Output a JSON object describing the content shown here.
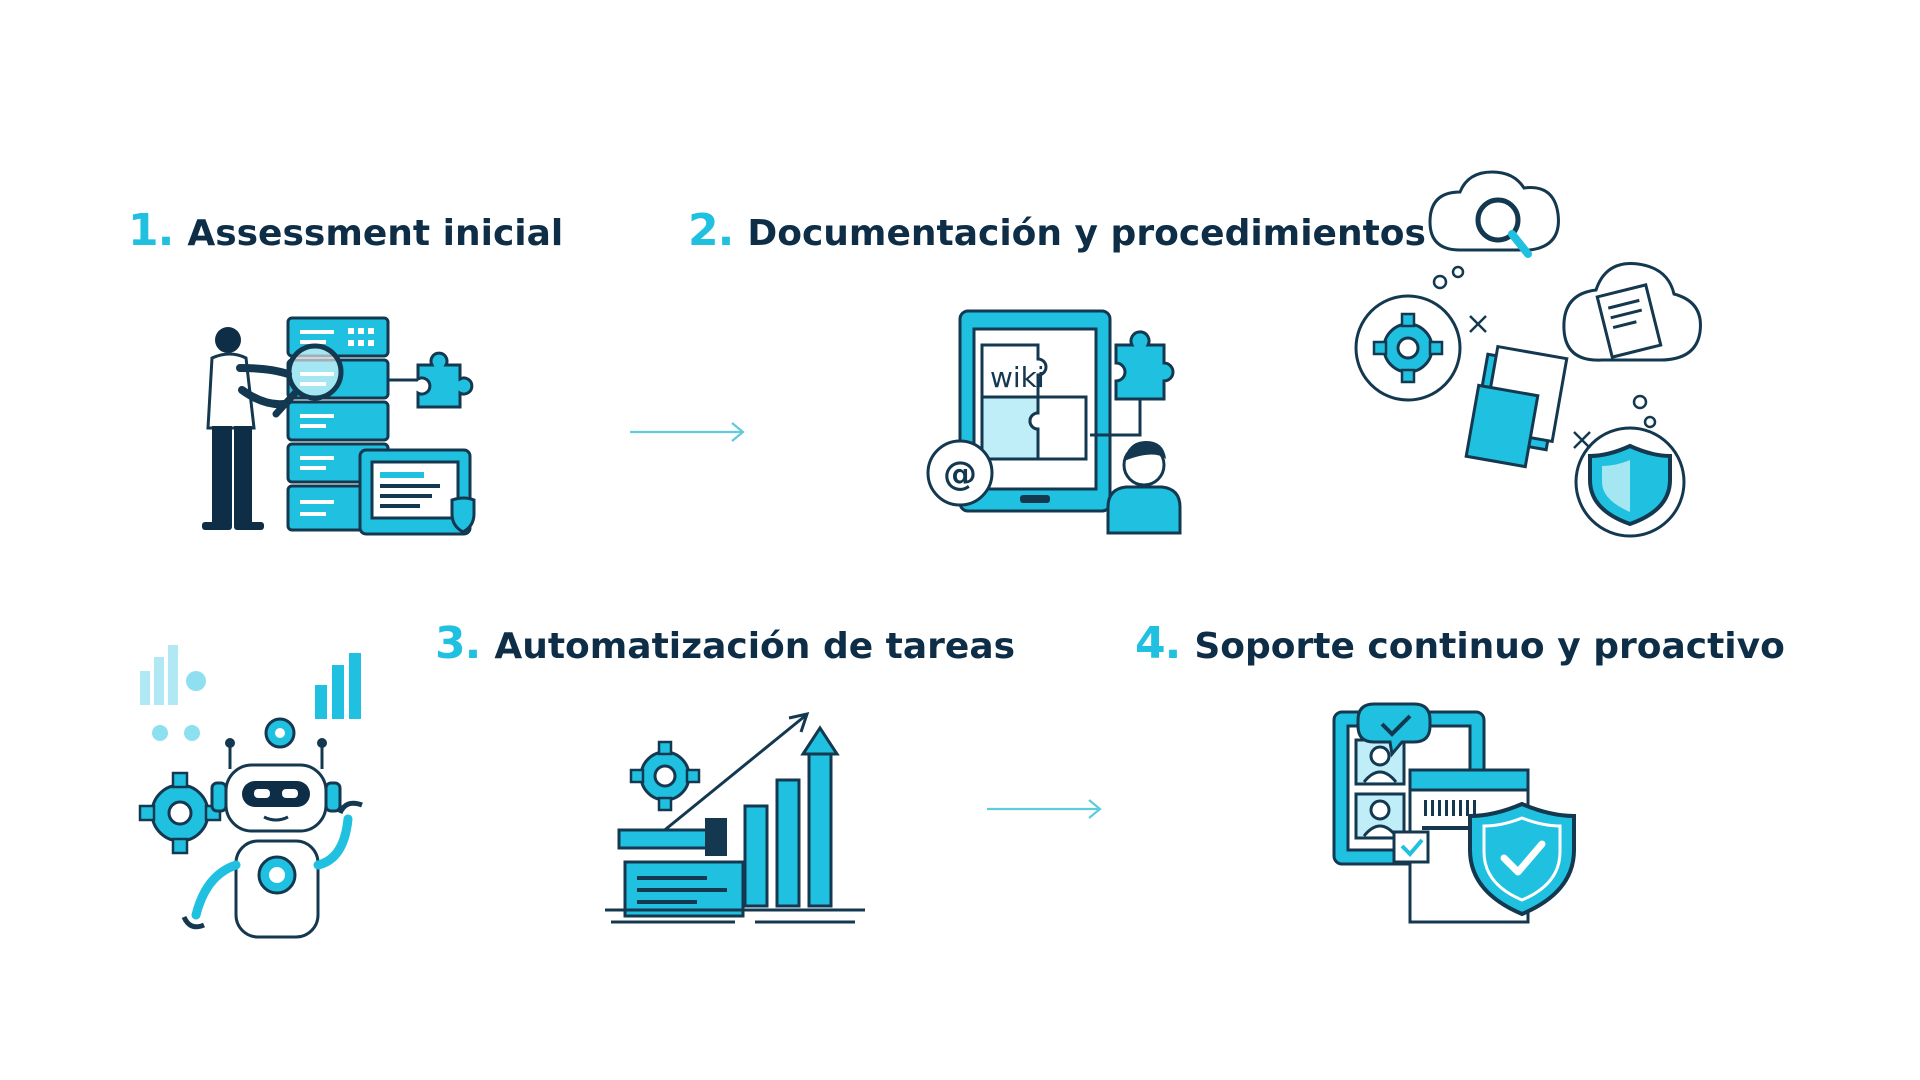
{
  "colors": {
    "accent": "#1fc0e0",
    "dark": "#0e2e47",
    "ink": "#13384f",
    "light": "#bfeef8",
    "arrow": "#5fcbdc"
  },
  "steps": [
    {
      "number": "1.",
      "label": "Assessment inicial"
    },
    {
      "number": "2.",
      "label": "Documentación y procedimientos"
    },
    {
      "number": "3.",
      "label": "Automatización de tareas"
    },
    {
      "number": "4.",
      "label": "Soporte continuo y proactivo"
    }
  ],
  "illustrations": {
    "wiki_text": "wiki",
    "email_symbol": "@",
    "icon_names": [
      "server-analysis-icon",
      "wiki-documentation-icon",
      "security-cloud-icon",
      "robot-automation-icon",
      "growth-chart-icon",
      "support-shield-icon"
    ]
  }
}
